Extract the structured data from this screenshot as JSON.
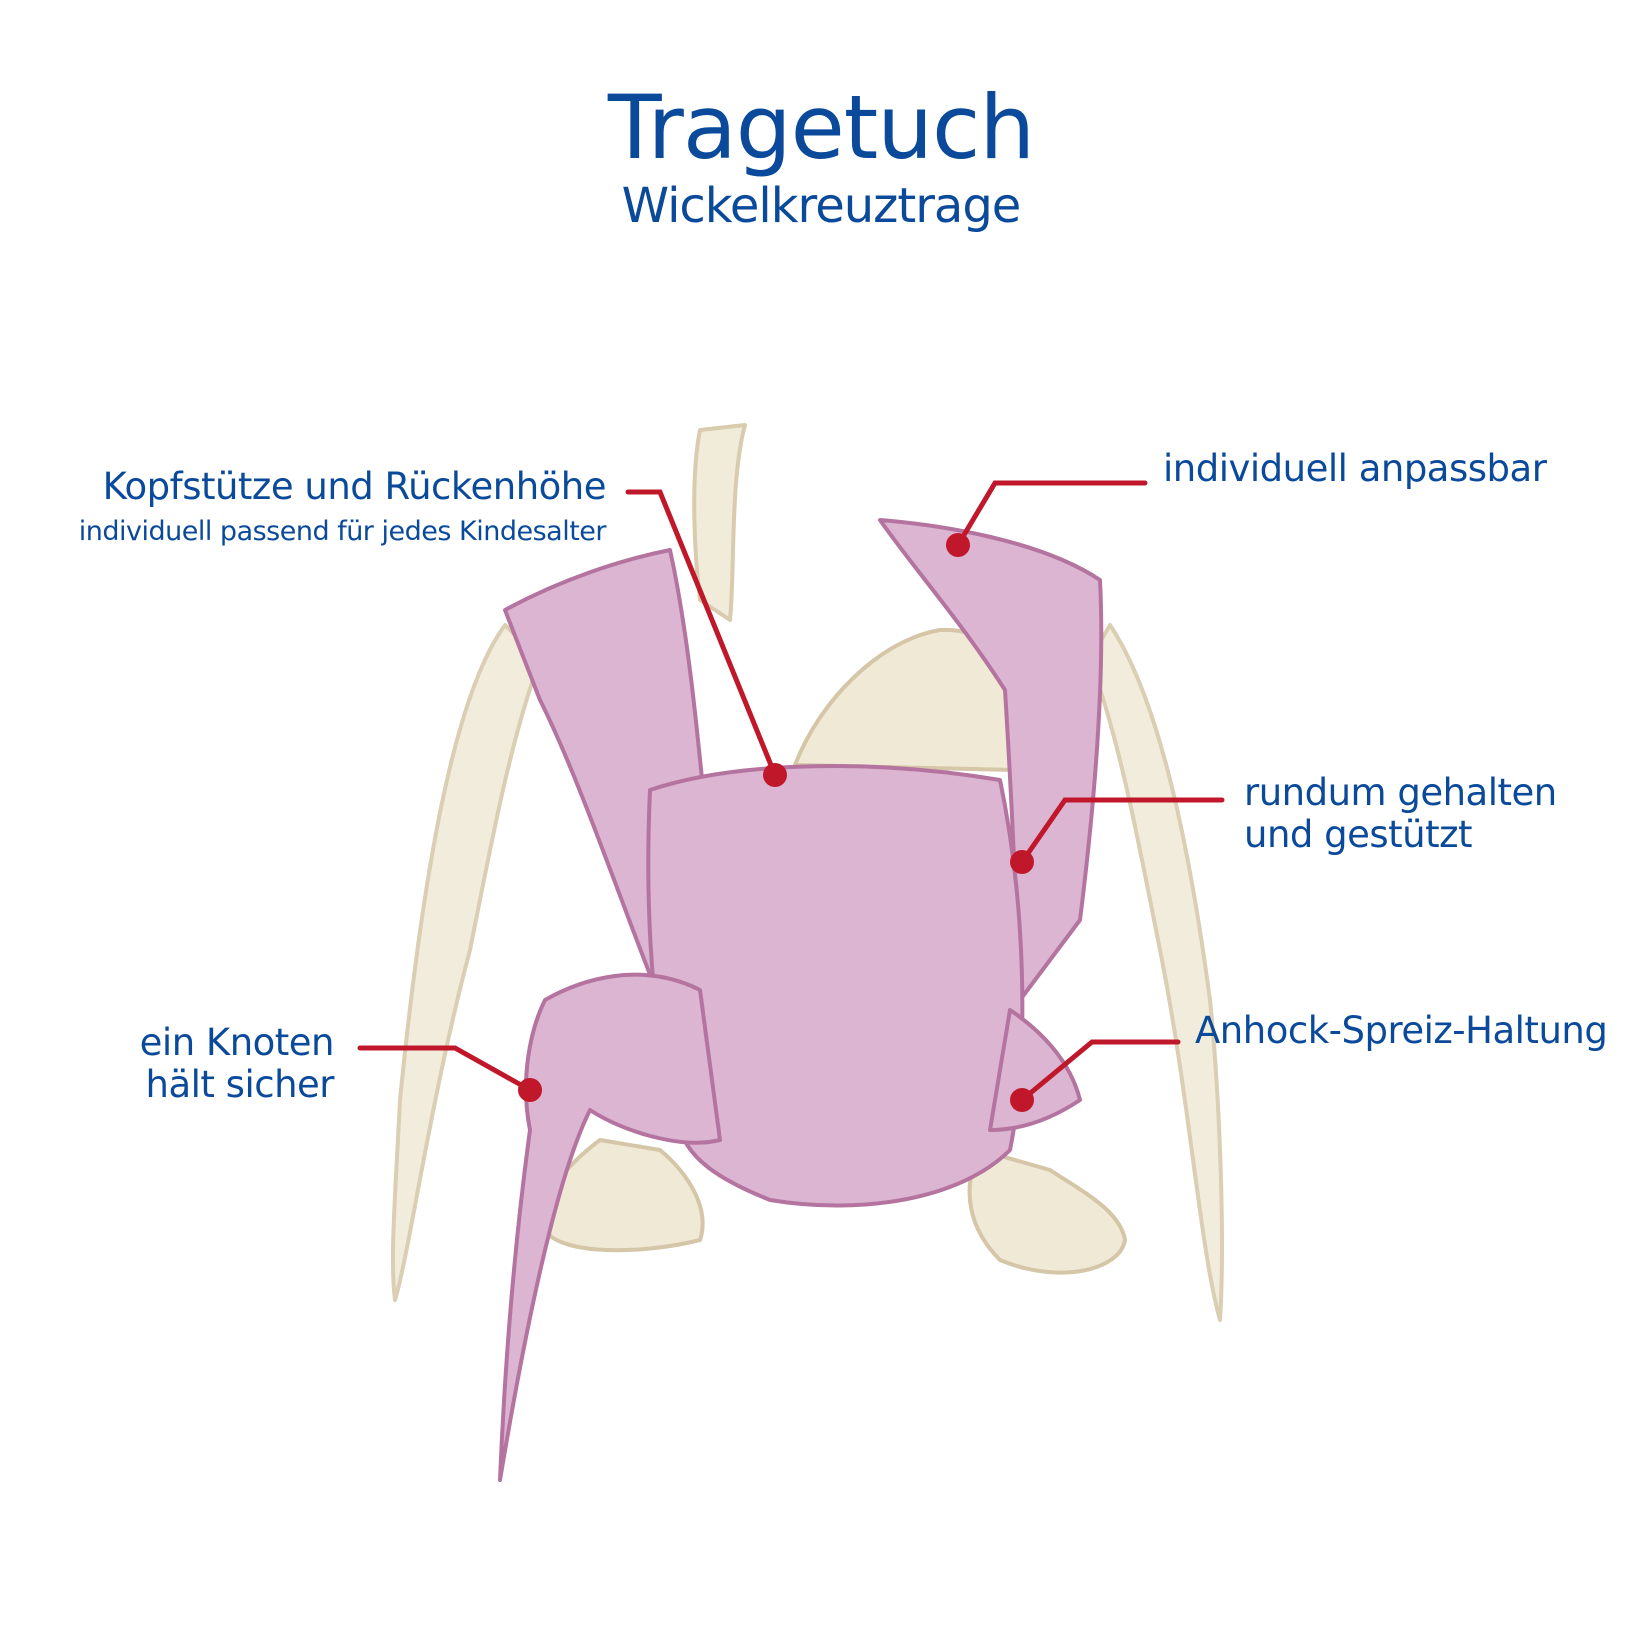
{
  "title": "Tragetuch",
  "subtitle": "Wickelkreuztrage",
  "colors": {
    "text": "#0b4a9a",
    "callout": "#c0182a",
    "fabric": "#dbb5d1",
    "fabric_outline": "#b4749f",
    "body": "#f0e9d6",
    "body_outline": "#d4c6a6"
  },
  "labels": {
    "headrest_title": "Kopfstütze und Rückenhöhe",
    "headrest_sub": "individuell passend für jedes Kindesalter",
    "adjustable": "individuell anpassbar",
    "held_line1": "rundum gehalten",
    "held_line2": "und gestützt",
    "knot_line1": "ein Knoten",
    "knot_line2": "hält sicher",
    "position": "Anhock-Spreiz-Haltung"
  }
}
